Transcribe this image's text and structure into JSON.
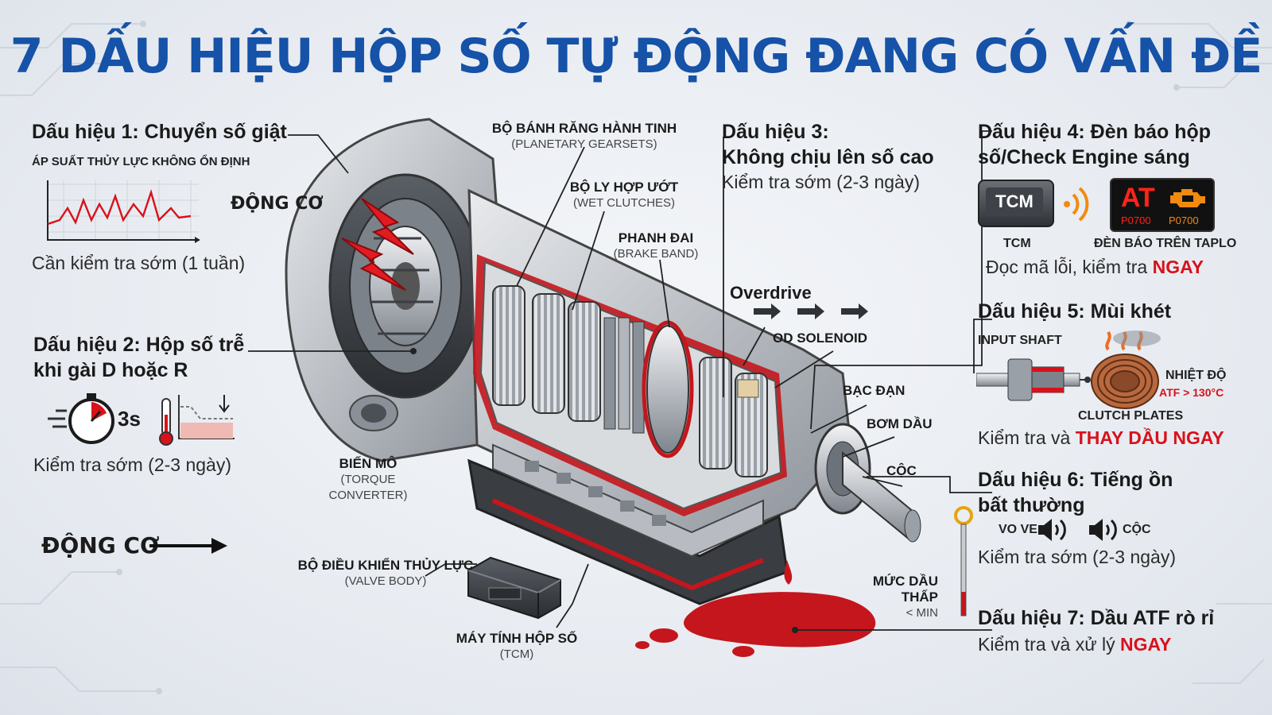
{
  "title": "7 DẤU HIỆU HỘP SỐ TỰ ĐỘNG ĐANG CÓ VẤN ĐỀ",
  "sign1": {
    "heading": "Dấu hiệu 1: Chuyển số giật",
    "chart_label": "ÁP SUẤT THỦY LỰC KHÔNG ỔN ĐỊNH",
    "note": "Cần kiểm tra sớm (1 tuần)"
  },
  "engine_label": "ĐỘNG CƠ",
  "sign2": {
    "heading_line1": "Dấu hiệu 2: Hộp số trễ",
    "heading_line2": "khi gài D hoặc R",
    "timer": "3s",
    "note": "Kiểm tra sớm (2-3 ngày)"
  },
  "engine_arrow_label": "ĐỘNG CƠ",
  "sign3": {
    "heading_line1": "Dấu hiệu 3:",
    "heading_line2": "Không chịu lên số cao",
    "note": "Kiểm tra sớm (2-3 ngày)"
  },
  "sign4": {
    "heading_line1": "Dấu hiệu 4: Đèn báo hộp",
    "heading_line2": "số/Check Engine sáng",
    "tcm_box": "TCM",
    "tcm_caption": "TCM",
    "dash_at": "AT",
    "dash_code1": "P0700",
    "dash_code2": "P0700",
    "dash_caption": "ĐÈN BÁO TRÊN TAPLO",
    "note_prefix": "Đọc mã lỗi, kiểm tra",
    "note_emph": "NGAY"
  },
  "sign5": {
    "heading": "Dấu hiệu 5: Mùi khét",
    "input_shaft": "INPUT SHAFT",
    "temp_label": "NHIỆT ĐỘ",
    "temp_value": "ATF > 130°C",
    "clutch_plates": "CLUTCH PLATES",
    "note_prefix": "Kiểm tra và",
    "note_emph": "THAY DẦU NGAY"
  },
  "sign6": {
    "heading_line1": "Dấu hiệu 6: Tiếng ồn",
    "heading_line2": "bất thường",
    "sound1": "VO VE",
    "sound2": "CỘC",
    "note": "Kiểm tra sớm (2-3 ngày)"
  },
  "sign7": {
    "heading": "Dấu hiệu 7: Dầu ATF rò rỉ",
    "note_prefix": "Kiểm tra và xử lý",
    "note_emph": "NGAY"
  },
  "parts": {
    "planetary": "BỘ BÁNH RĂNG HÀNH TINH",
    "planetary_en": "(PLANETARY GEARSETS)",
    "wet_clutch": "BỘ LY HỢP ƯỚT",
    "wet_clutch_en": "(WET CLUTCHES)",
    "brake_band": "PHANH ĐAI",
    "brake_band_en": "(BRAKE BAND)",
    "overdrive": "Overdrive",
    "od_solenoid": "OD SOLENOID",
    "bearing": "BẠC ĐẠN",
    "oil_pump": "BƠM DẦU",
    "coc": "CỘC",
    "torque_converter": "BIẾN MÔ",
    "torque_converter_en": "(TORQUE CONVERTER)",
    "valve_body": "BỘ ĐIỀU KHIỂN THỦY LỰC",
    "valve_body_en": "(VALVE BODY)",
    "tcm": "MÁY TÍNH HỘP SỐ",
    "tcm_en": "(TCM)",
    "low_oil": "MỨC DẦU THẤP",
    "low_oil_min": "< MIN"
  },
  "colors": {
    "title_blue": "#1552a8",
    "alert_red": "#d8111b",
    "fluid_red": "#c4161c",
    "warning_orange": "#f28a10"
  },
  "icons": [
    "lightning-icon",
    "stopwatch-icon",
    "thermometer-icon",
    "sound-wave-icon",
    "check-engine-icon",
    "speaker-icon",
    "heat-wave-icon",
    "dipstick-icon"
  ]
}
